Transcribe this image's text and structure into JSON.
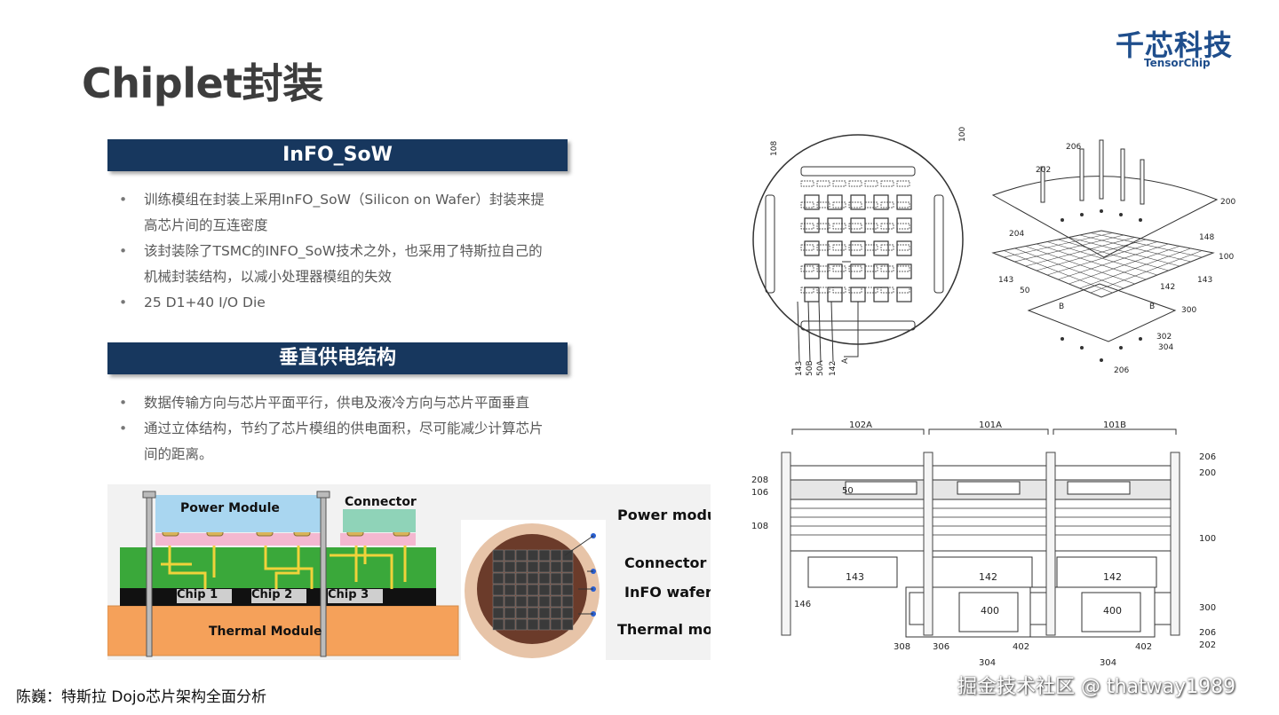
{
  "title": "Chiplet封装",
  "logo": {
    "cn": "千芯科技",
    "en": "TensorChip"
  },
  "sections": [
    {
      "heading": "InFO_SoW",
      "bullets": [
        "训练模组在封装上采用InFO_SoW（Silicon on Wafer）封装来提高芯片间的互连密度",
        "该封装除了TSMC的INFO_SoW技术之外，也采用了特斯拉自己的机械封装结构，以减小处理器模组的失效",
        "25 D1+40 I/O Die"
      ]
    },
    {
      "heading": "垂直供电结构",
      "bullets": [
        "数据传输方向与芯片平面平行，供电及液冷方向与芯片平面垂直",
        "通过立体结构，节约了芯片模组的供电面积，尽可能减少计算芯片间的距离。"
      ]
    }
  ],
  "stack_diagram": {
    "power_module": "Power Module",
    "connector": "Connector",
    "chips": [
      "Chip 1",
      "Chip 2",
      "Chip 3"
    ],
    "thermal_module": "Thermal Module"
  },
  "wafer_diagram": {
    "labels": [
      "Power module",
      "Connector",
      "InFO wafer",
      "Thermal module"
    ]
  },
  "patent_wafer": {
    "ref_outer": "108",
    "ref_top": "100",
    "refs_bottom": [
      "143",
      "50B",
      "50A",
      "142"
    ],
    "ref_a": "A"
  },
  "patent_exploded": {
    "refs": [
      "206",
      "202",
      "200",
      "204",
      "148",
      "100",
      "143",
      "50",
      "142",
      "143",
      "B",
      "B",
      "300",
      "302",
      "304",
      "206"
    ]
  },
  "patent_section": {
    "top_refs": [
      "102A",
      "101A",
      "101B"
    ],
    "left_refs": [
      "208",
      "106",
      "108",
      "146"
    ],
    "right_refs": [
      "206",
      "200",
      "100",
      "300",
      "206",
      "202"
    ],
    "inner_refs": [
      "50",
      "143",
      "142",
      "142",
      "400",
      "400"
    ],
    "bottom_refs": [
      "308",
      "306",
      "402",
      "304",
      "402",
      "304"
    ]
  },
  "footer": {
    "left": "陈巍：特斯拉 Dojo芯片架构全面分析",
    "right": "掘金技术社区 @ thatway1989"
  }
}
